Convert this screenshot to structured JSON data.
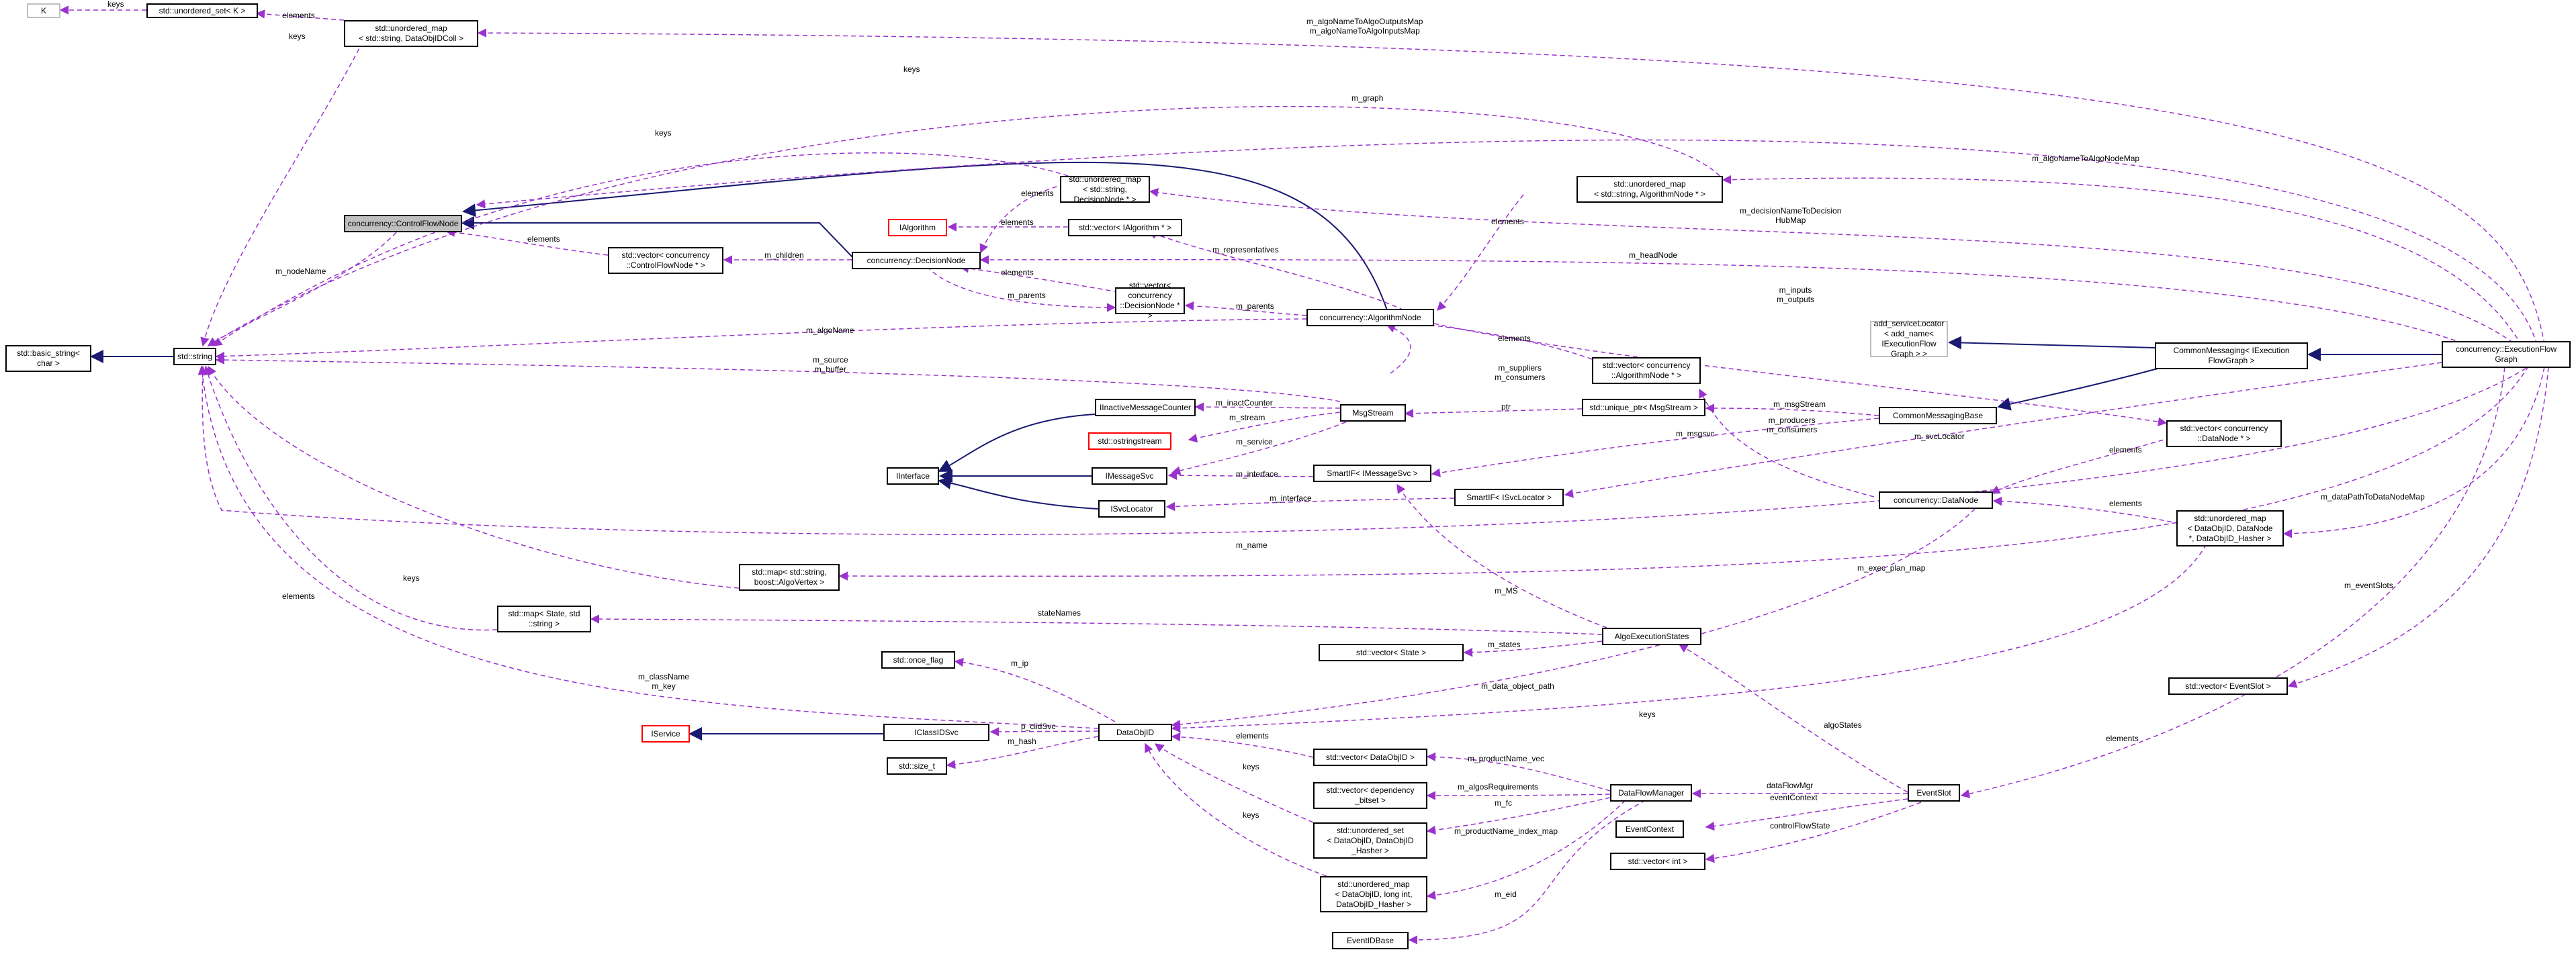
{
  "diagram": {
    "nodes": {
      "k": "K",
      "unordered_set_k": "std::unordered_set< K >",
      "umap_string_dataobjidcoll": "std::unordered_map\n< std::string, DataObjIDColl >",
      "umap_string_decisionnode": "std::unordered_map\n< std::string, DecisionNode * >",
      "umap_string_algorithmnode": "std::unordered_map\n< std::string, AlgorithmNode * >",
      "ialgorithm": "IAlgorithm",
      "vector_ialgorithm": "std::vector< IAlgorithm * >",
      "controlflownode": "concurrency::ControlFlowNode",
      "vector_controlflownode": "std::vector< concurrency\n::ControlFlowNode * >",
      "decisionnode": "concurrency::DecisionNode",
      "vector_decisionnode": "std::vector< concurrency\n::DecisionNode * >",
      "algorithmnode": "concurrency::AlgorithmNode",
      "vector_algorithmnode": "std::vector< concurrency\n::AlgorithmNode * >",
      "basic_string": "std::basic_string<\nchar >",
      "string": "std::string",
      "iinactivemessagecounter": "IInactiveMessageCounter",
      "ostringstream": "std::ostringstream",
      "interface": "IInterface",
      "imessagesvc": "IMessageSvc",
      "isvclocator": "ISvcLocator",
      "msgstream": "MsgStream",
      "unique_ptr_msgstream": "std::unique_ptr< MsgStream >",
      "smartif_imessagesvc": "SmartIF< IMessageSvc >",
      "smartif_isvclocator": "SmartIF< ISvcLocator >",
      "add_servicelocator": "add_serviceLocator\n< add_name< IExecutionFlow\nGraph > >",
      "commonmessaging_graph": "CommonMessaging< IExecution\nFlowGraph >",
      "commonmessagingbase": "CommonMessagingBase",
      "executionflowgraph": "concurrency::ExecutionFlow\nGraph",
      "vector_datanode": "std::vector< concurrency\n::DataNode * >",
      "datanode": "concurrency::DataNode",
      "umap_dataobjid_datanode": "std::unordered_map\n< DataObjID, DataNode\n*, DataObjID_Hasher >",
      "map_string_algovertex": "std::map< std::string,\nboost::AlgoVertex >",
      "map_state_string": "std::map< State, std\n::string >",
      "algoexecutionstates": "AlgoExecutionStates",
      "vector_state": "std::vector< State >",
      "once_flag": "std::once_flag",
      "iservice": "IService",
      "iclassidsvc": "IClassIDSvc",
      "size_t": "std::size_t",
      "dataobjid": "DataObjID",
      "vector_dataobjid": "std::vector< DataObjID >",
      "vector_dependency_bitset": "std::vector< dependency\n_bitset >",
      "unordered_set_dataobjid": "std::unordered_set\n< DataObjID, DataObjID\n_Hasher >",
      "umap_dataobjid_longint": "std::unordered_map\n< DataObjID, long int,\nDataObjID_Hasher >",
      "dataflowmanager": "DataFlowManager",
      "eventcontext": "EventContext",
      "vector_int": "std::vector< int >",
      "eventslot": "EventSlot",
      "vector_eventslot": "std::vector< EventSlot >",
      "eventidbase": "EventIDBase"
    },
    "labels": {
      "keys_k": "keys",
      "elements_uset": "elements",
      "keys_umap_coll": "keys",
      "outputs_inputs_map": "m_algoNameToAlgoOutputsMap\nm_algoNameToAlgoInputsMap",
      "keys_top": "keys",
      "m_graph": "m_graph",
      "keys_decision": "keys",
      "algo_node_map": "m_algoNameToAlgoNodeMap",
      "decision_hub_map": "m_decisionNameToDecision\nHubMap",
      "elements_decision": "elements",
      "elements_ialgorithm": "elements",
      "elements_algonodemap": "elements",
      "m_representatives": "m_representatives",
      "m_nodename": "m_nodeName",
      "elements_cfn": "elements",
      "m_children": "m_children",
      "elements_decvec": "elements",
      "m_parents_dec": "m_parents",
      "m_headnode": "m_headNode",
      "m_parents_alg": "m_parents",
      "m_algoname": "m_algoName",
      "elements_algvec": "elements",
      "m_inputs_outputs": "m_inputs\nm_outputs",
      "m_source_buffer": "m_source\nm_buffer",
      "m_suppliers_consumers": "m_suppliers\nm_consumers",
      "m_inactcounter": "m_inactCounter",
      "m_stream": "m_stream",
      "ptr": "ptr",
      "m_msgstream": "m_msgStream",
      "m_service": "m_service",
      "m_producers_consumers": "m_producers\nm_consumers",
      "m_msgsvc": "m_msgsvc",
      "m_interface_msg": "m_interface",
      "m_svclocator": "m_svcLocator",
      "elements_datanode": "elements",
      "m_interface_svc": "m_interface",
      "elements_dnmap": "elements",
      "m_datapathtodatanodemap": "m_dataPathToDataNodeMap",
      "m_name": "m_name",
      "m_exec_plan_map": "m_exec_plan_map",
      "keys_map": "keys",
      "elements_state_map": "elements",
      "statenames": "stateNames",
      "m_ms": "m_MS",
      "m_eventslots": "m_eventSlots",
      "m_states": "m_states",
      "m_classname_key": "m_className\nm_key",
      "m_ip": "m_ip",
      "m_data_object_path": "m_data_object_path",
      "keys_dataobj": "keys",
      "p_clidsvc": "p_clidSvc",
      "m_hash": "m_hash",
      "elements_dataobjvec": "elements",
      "m_productname_vec": "m_productName_vec",
      "algostates": "algoStates",
      "elements_eventslot": "elements",
      "keys_uset_dataobj": "keys",
      "m_algosrequirements": "m_algosRequirements",
      "m_fc": "m_fc",
      "dataflowmgr": "dataFlowMgr",
      "eventcontext_edge": "eventContext",
      "keys_umap_longint": "keys",
      "m_productname_index_map": "m_productName_index_map",
      "controlflowstate": "controlFlowState",
      "m_eid": "m_eid"
    }
  }
}
